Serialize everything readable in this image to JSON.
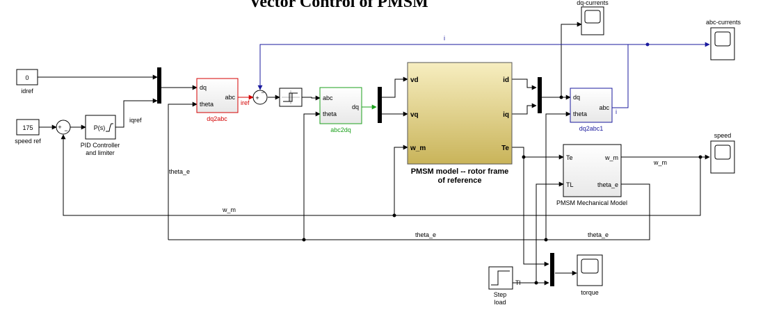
{
  "title": "Vector Control of PMSM",
  "colors": {
    "red": "#d40000",
    "green": "#1ca01c",
    "blue": "#1a1a9e",
    "pmsm_fill_top": "#f7eec0",
    "pmsm_fill_bottom": "#c9b45a"
  },
  "blocks": {
    "idref": {
      "value": "0",
      "label": "idref"
    },
    "speed_ref": {
      "value": "175",
      "label": "speed ref"
    },
    "sum1": {
      "plus": "+",
      "minus": "−"
    },
    "pid": {
      "text": "P(s)",
      "label_line1": "PID Controller",
      "label_line2": "and limiter"
    },
    "dq2abc": {
      "label": "dq2abc",
      "port_dq": "dq",
      "port_theta": "theta",
      "port_abc": "abc"
    },
    "sum2": {
      "plus": "+",
      "minus": "−"
    },
    "abc2dq": {
      "label": "abc2dq",
      "port_abc": "abc",
      "port_theta": "theta",
      "port_dq": "dq"
    },
    "pmsm": {
      "label_line1": "PMSM model -- rotor frame",
      "label_line2": "of reference",
      "in_vd": "vd",
      "in_vq": "vq",
      "in_wm": "w_m",
      "out_id": "id",
      "out_iq": "iq",
      "out_te": "Te"
    },
    "dq2abc1": {
      "label": "dq2abc1",
      "port_dq": "dq",
      "port_theta": "theta",
      "port_abc": "abc"
    },
    "mech": {
      "label": "PMSM Mechanical Model",
      "in_te": "Te",
      "in_tl": "TL",
      "out_wm": "w_m",
      "out_theta": "theta_e"
    },
    "step": {
      "label_line1": "Step",
      "label_line2": "load",
      "out": "Tl"
    },
    "scopes": {
      "dq_currents": "dq-currents",
      "abc_currents": "abc-currents",
      "speed": "speed",
      "torque": "torque"
    }
  },
  "signals": {
    "iqref": "iqref",
    "iref": "iref",
    "i_top": "i",
    "i_out": "i",
    "theta_e_left": "theta_e",
    "w_m_bottom": "w_m",
    "theta_e_bottom": "theta_e",
    "theta_e_right": "theta_e",
    "w_m_right": "w_m"
  }
}
